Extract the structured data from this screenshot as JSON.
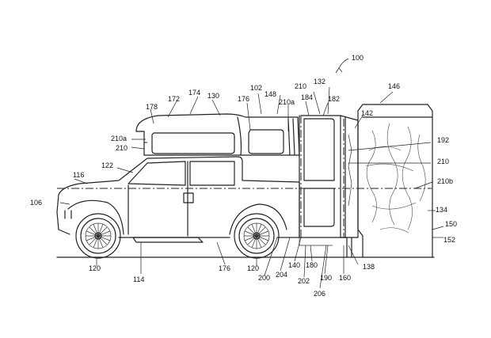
{
  "figure": {
    "reference_numeral_main": "100",
    "labels": [
      {
        "id": "l-100",
        "text": "100"
      },
      {
        "id": "l-146",
        "text": "146"
      },
      {
        "id": "l-210-a",
        "text": "210"
      },
      {
        "id": "l-132",
        "text": "132"
      },
      {
        "id": "l-102",
        "text": "102"
      },
      {
        "id": "l-148",
        "text": "148"
      },
      {
        "id": "l-142",
        "text": "142"
      },
      {
        "id": "l-172",
        "text": "172"
      },
      {
        "id": "l-174",
        "text": "174"
      },
      {
        "id": "l-130",
        "text": "130"
      },
      {
        "id": "l-176-top",
        "text": "176"
      },
      {
        "id": "l-210a-mid",
        "text": "210a"
      },
      {
        "id": "l-184",
        "text": "184"
      },
      {
        "id": "l-182",
        "text": "182"
      },
      {
        "id": "l-178",
        "text": "178"
      },
      {
        "id": "l-210a-left",
        "text": "210a"
      },
      {
        "id": "l-210-left",
        "text": "210"
      },
      {
        "id": "l-192",
        "text": "192"
      },
      {
        "id": "l-210-right",
        "text": "210"
      },
      {
        "id": "l-122",
        "text": "122"
      },
      {
        "id": "l-210b",
        "text": "210b"
      },
      {
        "id": "l-116",
        "text": "116"
      },
      {
        "id": "l-106",
        "text": "106"
      },
      {
        "id": "l-134",
        "text": "134"
      },
      {
        "id": "l-150",
        "text": "150"
      },
      {
        "id": "l-152",
        "text": "152"
      },
      {
        "id": "l-140",
        "text": "140"
      },
      {
        "id": "l-180",
        "text": "180"
      },
      {
        "id": "l-138",
        "text": "138"
      },
      {
        "id": "l-120-left",
        "text": "120"
      },
      {
        "id": "l-176-bottom",
        "text": "176"
      },
      {
        "id": "l-120-right",
        "text": "120"
      },
      {
        "id": "l-200",
        "text": "200"
      },
      {
        "id": "l-204",
        "text": "204"
      },
      {
        "id": "l-190",
        "text": "190"
      },
      {
        "id": "l-160",
        "text": "160"
      },
      {
        "id": "l-114",
        "text": "114"
      },
      {
        "id": "l-202",
        "text": "202"
      },
      {
        "id": "l-206",
        "text": "206"
      }
    ]
  }
}
